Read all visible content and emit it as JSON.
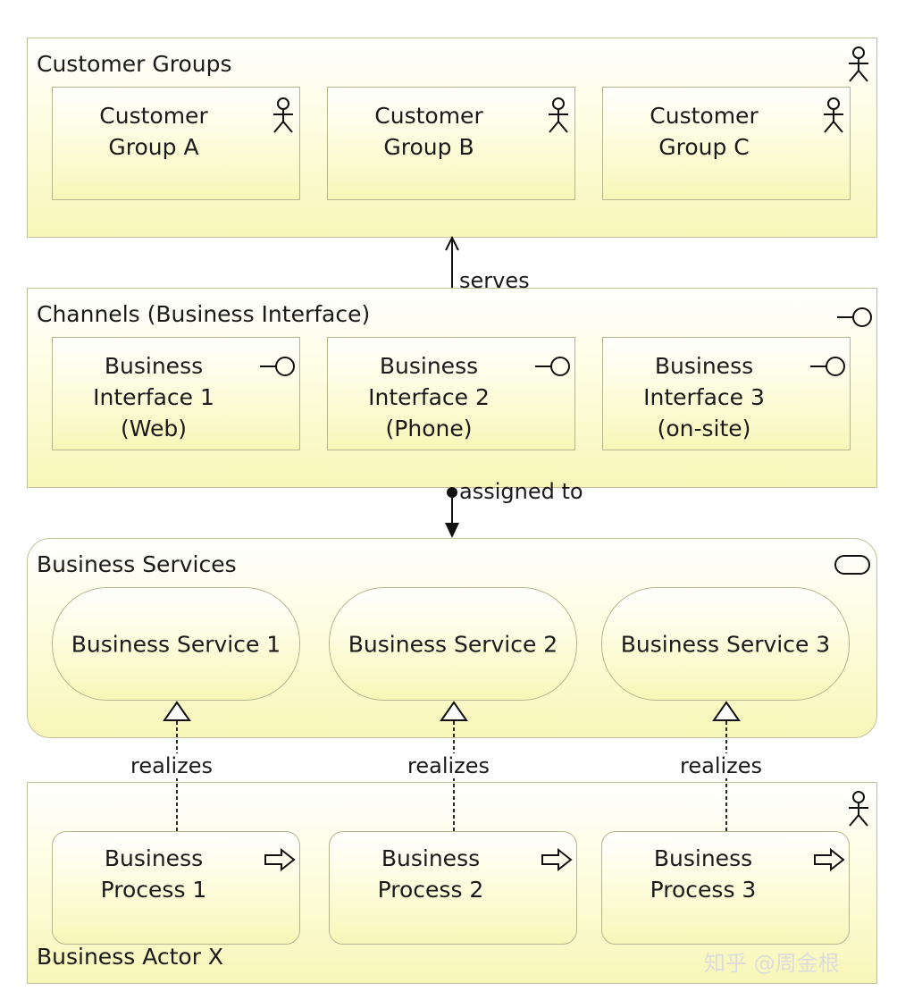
{
  "layers": {
    "customer_groups": {
      "title": "Customer Groups",
      "items": [
        {
          "line1": "Customer",
          "line2": "Group A"
        },
        {
          "line1": "Customer",
          "line2": "Group B"
        },
        {
          "line1": "Customer",
          "line2": "Group C"
        }
      ]
    },
    "channels": {
      "title": "Channels (Business Interface)",
      "items": [
        {
          "line1": "Business",
          "line2": "Interface 1",
          "line3": "(Web)"
        },
        {
          "line1": "Business",
          "line2": "Interface 2",
          "line3": "(Phone)"
        },
        {
          "line1": "Business",
          "line2": "Interface 3",
          "line3": "(on-site)"
        }
      ]
    },
    "services": {
      "title": "Business Services",
      "items": [
        {
          "label": "Business Service 1"
        },
        {
          "label": "Business Service 2"
        },
        {
          "label": "Business Service 3"
        }
      ]
    },
    "actor": {
      "title": "Business Actor X",
      "items": [
        {
          "line1": "Business",
          "line2": "Process 1"
        },
        {
          "line1": "Business",
          "line2": "Process 2"
        },
        {
          "line1": "Business",
          "line2": "Process 3"
        }
      ]
    }
  },
  "relations": {
    "serves": "serves",
    "assigned_to": "assigned to",
    "realizes": [
      "realizes",
      "realizes",
      "realizes"
    ]
  },
  "icons": {
    "actor": "actor-icon",
    "interface": "interface-icon",
    "service": "service-icon",
    "process": "process-icon"
  },
  "watermark": "知乎 @周金根"
}
